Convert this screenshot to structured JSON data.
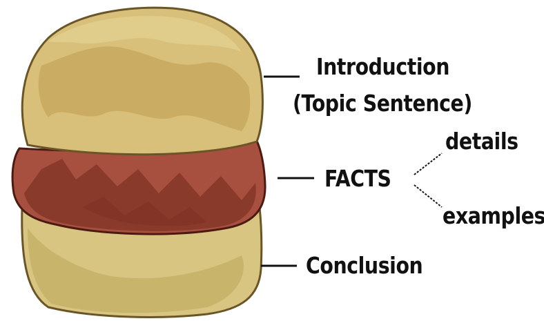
{
  "colors": {
    "bun": "#d9c07a",
    "bun_shadow": "#c5a85c",
    "bun_outline": "#6a5526",
    "patty": "#a8503f",
    "patty_dark": "#7e3022",
    "patty_outline": "#4d1a12",
    "bottom_bun": "#d8c581",
    "bottom_bun_shadow": "#c3ad63",
    "leader_line": "#111111"
  },
  "labels": {
    "introduction": "Introduction",
    "topic_sentence": "(Topic Sentence)",
    "facts": "FACTS",
    "details": "details",
    "examples": "examples",
    "conclusion": "Conclusion"
  }
}
